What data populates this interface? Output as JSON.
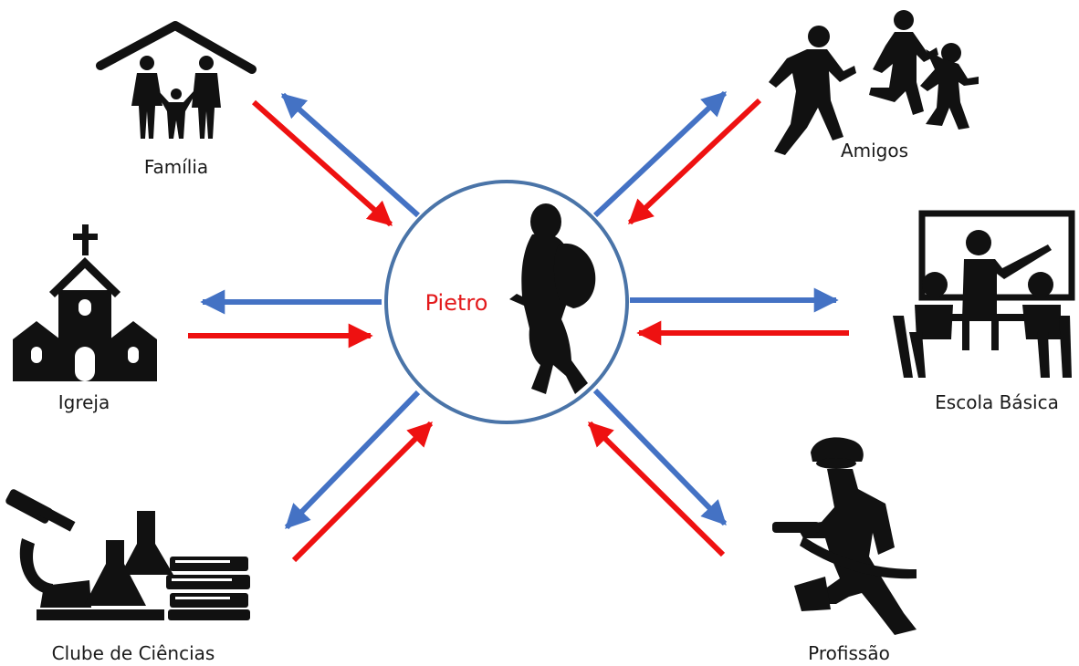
{
  "center": {
    "label": "Pietro",
    "label_color": "#e31a1c",
    "circle_color": "#4a74a8",
    "icon": "student-with-backpack-icon"
  },
  "arrow_colors": {
    "outgoing": "#4472c4",
    "incoming": "#ee1111"
  },
  "nodes": [
    {
      "id": "familia",
      "label": "Família",
      "icon": "family-house-icon"
    },
    {
      "id": "amigos",
      "label": "Amigos",
      "icon": "running-kids-icon"
    },
    {
      "id": "igreja",
      "label": "Igreja",
      "icon": "church-icon"
    },
    {
      "id": "escola",
      "label": "Escola Básica",
      "icon": "classroom-teacher-icon"
    },
    {
      "id": "clube",
      "label": "Clube de Ciências",
      "icon": "science-lab-icon"
    },
    {
      "id": "profissao",
      "label": "Profissão",
      "icon": "firefighter-icon"
    }
  ]
}
